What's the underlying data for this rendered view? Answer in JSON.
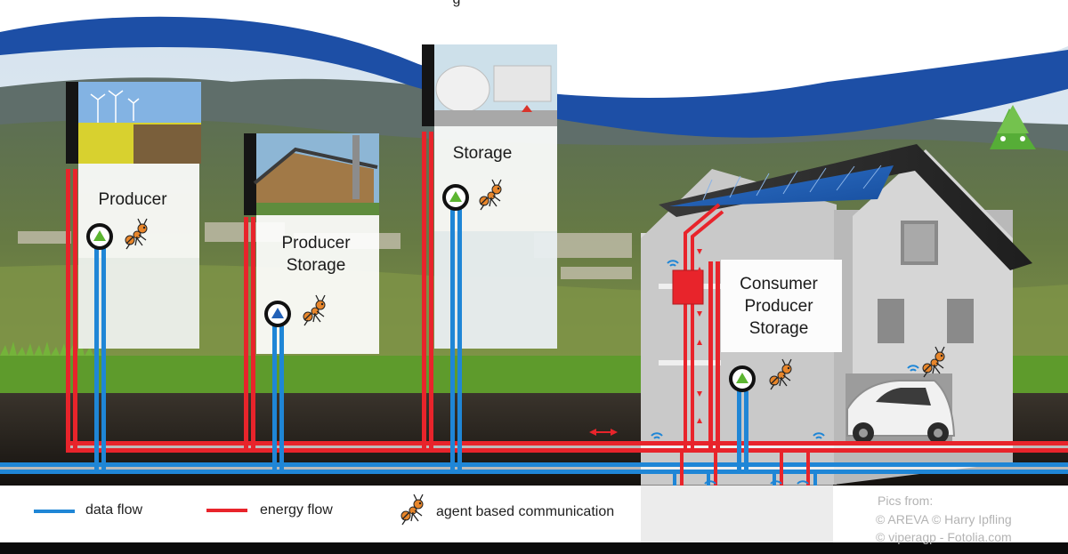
{
  "header": {
    "partial_text": "g"
  },
  "nodes": {
    "producer": {
      "label": "Producer",
      "icon": "triangle-up-green-icon"
    },
    "producer_storage": {
      "label_line1": "Producer",
      "label_line2": "Storage",
      "icon": "triangle-up-blue-icon"
    },
    "storage": {
      "label": "Storage",
      "icon": "triangle-up-green-icon"
    },
    "consumer": {
      "label_line1": "Consumer",
      "label_line2": "Producer",
      "label_line3": "Storage",
      "icon": "triangle-up-green-icon"
    }
  },
  "legend": {
    "data_flow": "data flow",
    "energy_flow": "energy flow",
    "agent": "agent based communication"
  },
  "credits": {
    "line1": "Pics from:",
    "line2": "© AREVA © Harry  Ipfling",
    "line3": "© viperagp - Fotolia.com"
  },
  "colors": {
    "data_flow": "#1f86d6",
    "energy_flow": "#e8242b",
    "banner": "#1d4fa6",
    "accent_green": "#5cb531",
    "accent_blue": "#2261b8"
  }
}
